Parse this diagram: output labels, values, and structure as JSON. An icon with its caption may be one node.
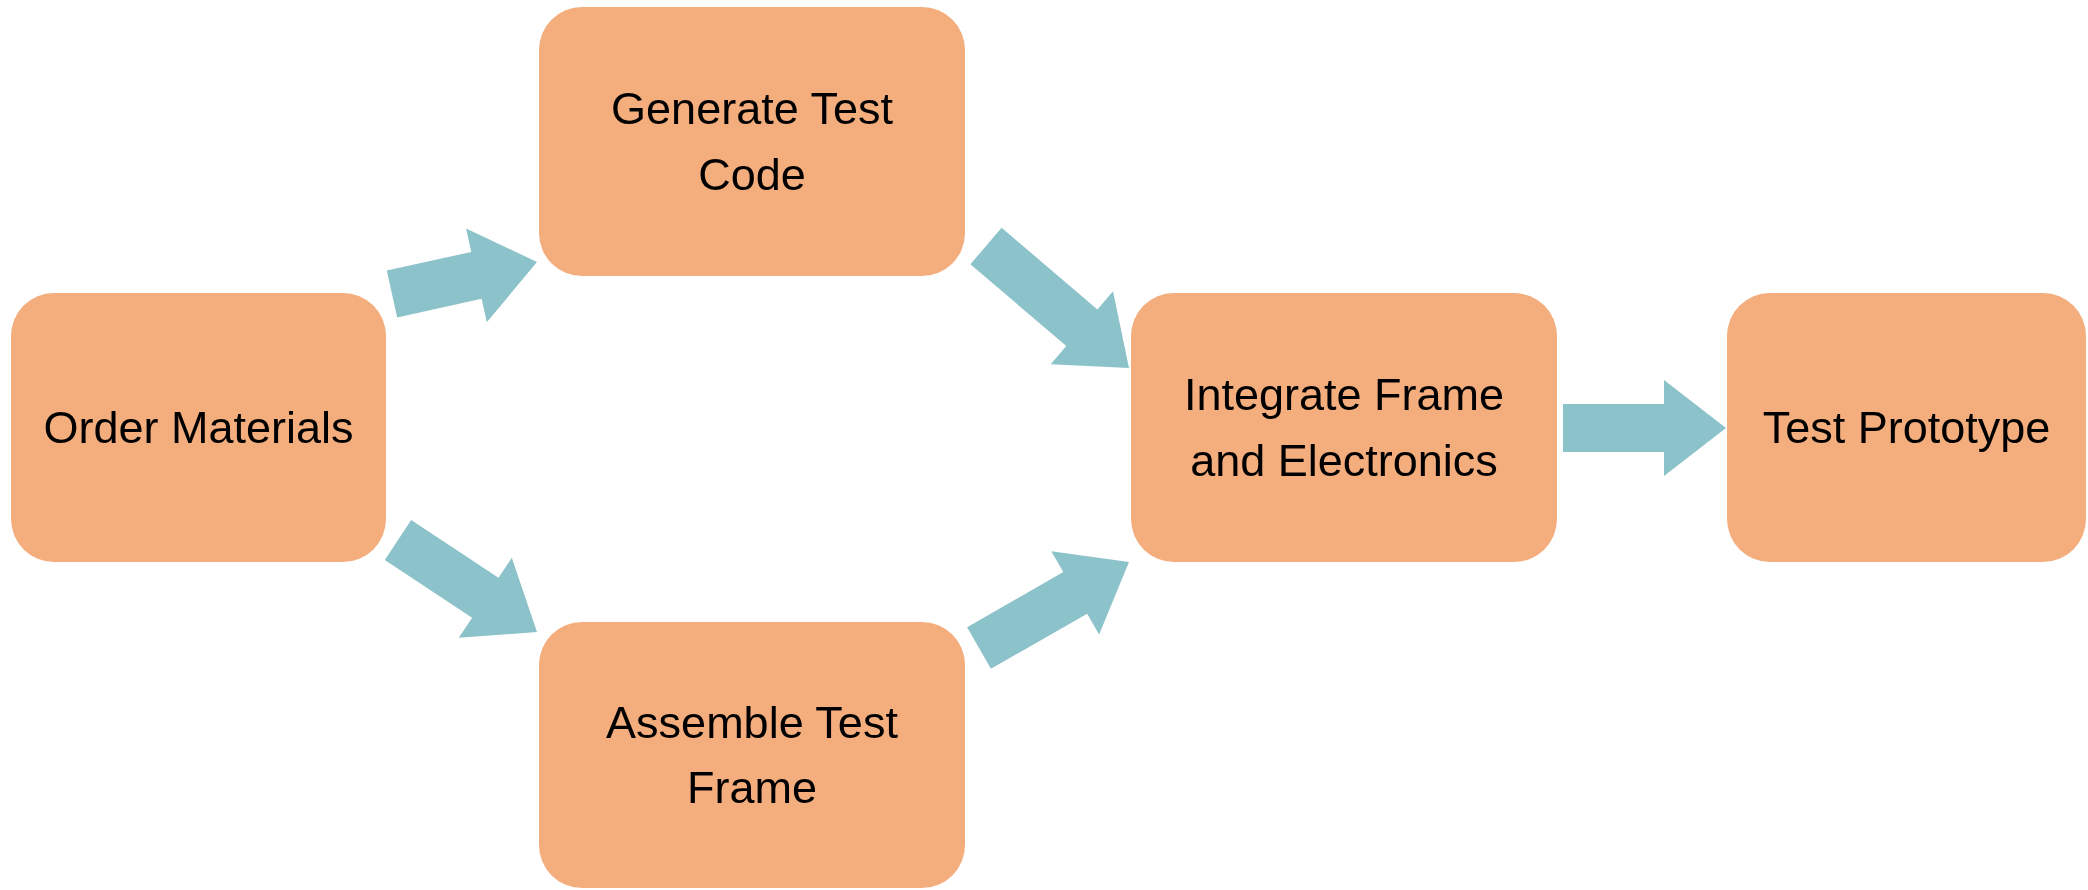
{
  "diagram": {
    "nodes": [
      {
        "text": [
          "Order Materials"
        ]
      },
      {
        "text": [
          "Generate Test Code"
        ]
      },
      {
        "text": [
          "Assemble Test Frame"
        ]
      },
      {
        "text": [
          "Integrate Frame and Electronics"
        ]
      },
      {
        "text": [
          "Test Prototype"
        ]
      }
    ],
    "edges": [
      {
        "from": 0,
        "to": 1,
        "arrow": "to"
      },
      {
        "from": 0,
        "to": 2,
        "arrow": "to"
      },
      {
        "from": 1,
        "to": 3,
        "arrow": "to"
      },
      {
        "from": 2,
        "to": 3,
        "arrow": "to"
      },
      {
        "from": 3,
        "to": 4,
        "arrow": "to"
      }
    ]
  }
}
